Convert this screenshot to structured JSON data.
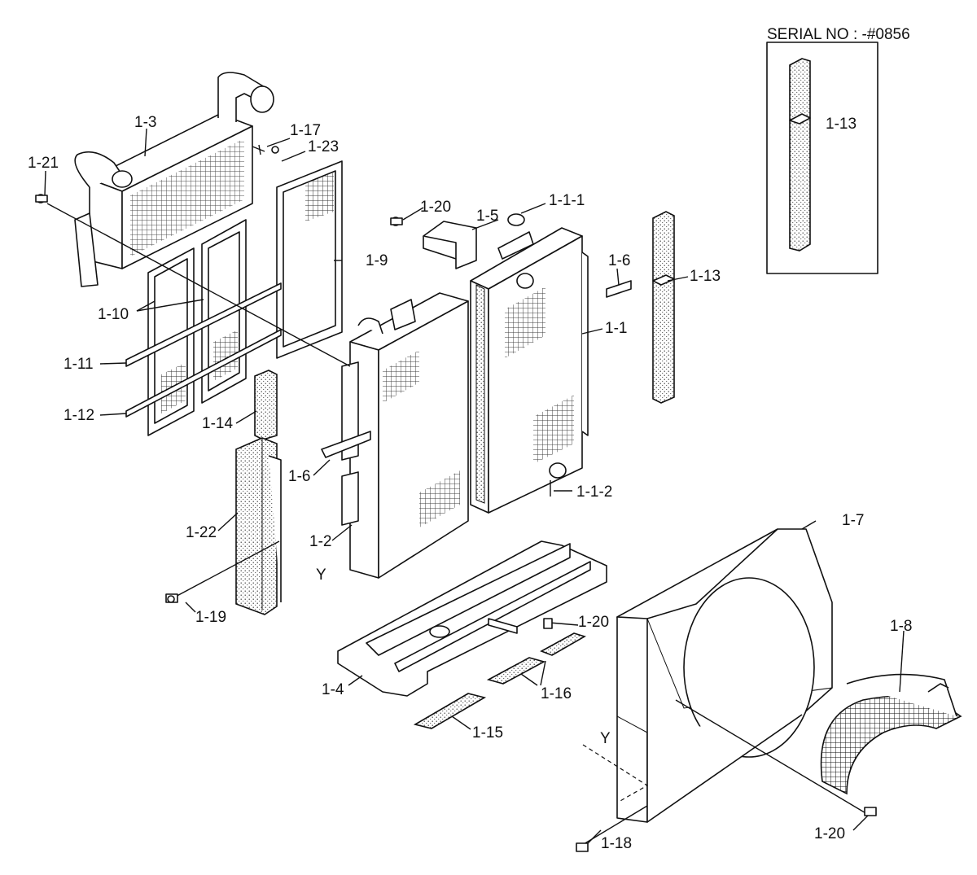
{
  "diagram": {
    "serial_note": "SERIAL NO : -#0856",
    "labels": {
      "p1_3": "1-3",
      "p1_17": "1-17",
      "p1_23": "1-23",
      "p1_21": "1-21",
      "p1_20a": "1-20",
      "p1_5": "1-5",
      "p1_1_1": "1-1-1",
      "p1_6a": "1-6",
      "p1_13a": "1-13",
      "p1_13b": "1-13",
      "p1_9": "1-9",
      "p1_1": "1-1",
      "p1_10": "1-10",
      "p1_11": "1-11",
      "p1_12": "1-12",
      "p1_14": "1-14",
      "p1_6b": "1-6",
      "p1_1_2": "1-1-2",
      "p1_22": "1-22",
      "p1_2": "1-2",
      "y1": "Y",
      "p1_7": "1-7",
      "p1_19": "1-19",
      "p1_20b": "1-20",
      "p1_8": "1-8",
      "p1_4": "1-4",
      "p1_16": "1-16",
      "p1_15": "1-15",
      "y2": "Y",
      "p1_18": "1-18",
      "p1_20c": "1-20"
    }
  }
}
